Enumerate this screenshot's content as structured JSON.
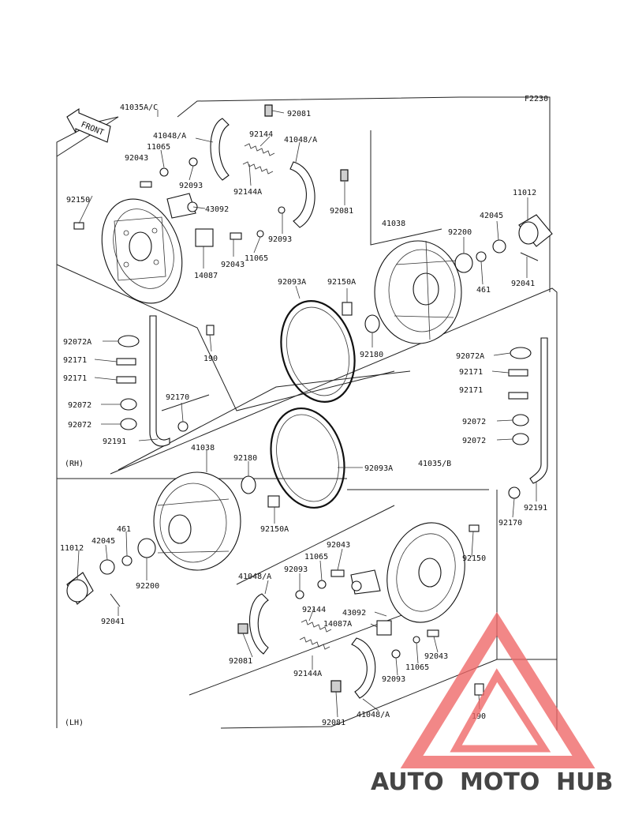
{
  "figure_code": "F2230",
  "front_label": "FRONT",
  "section_labels": {
    "rh": "(RH)",
    "lh": "(LH)"
  },
  "watermark": {
    "auto": "AUTO",
    "moto": "MOTO",
    "hub": "HUB",
    "color_auto": "#f2b267",
    "color_moto": "#e55b5b",
    "color_hub": "#999999",
    "triangle_color": "#ef6666"
  },
  "rh": {
    "p41035AC": "41035A/C",
    "p92081a": "92081",
    "p41048Aa": "41048/A",
    "p92144": "92144",
    "p41048Ab": "41048/A",
    "p11065": "11065",
    "p92043a": "92043",
    "p92093a": "92093",
    "p92144A": "92144A",
    "p92150": "92150",
    "p43092": "43092",
    "p92081b": "92081",
    "p92093b": "92093",
    "p11065b": "11065",
    "p92043b": "92043",
    "p14087": "14087",
    "p11012": "11012",
    "p42045": "42045",
    "p41038": "41038",
    "p92200": "92200",
    "p461": "461",
    "p92041": "92041",
    "p92093A": "92093A",
    "p92150A": "92150A",
    "p92180": "92180",
    "p190": "190",
    "p92072A": "92072A",
    "p92171a": "92171",
    "p92171b": "92171",
    "p92072a": "92072",
    "p92072b": "92072",
    "p92170": "92170",
    "p92191": "92191"
  },
  "rh2": {
    "p92072A": "92072A",
    "p92171a": "92171",
    "p92171b": "92171",
    "p92072a": "92072",
    "p92072b": "92072",
    "p92191": "92191",
    "p92170": "92170"
  },
  "lh": {
    "p41038": "41038",
    "p92180": "92180",
    "p92093A": "92093A",
    "p41035B": "41035/B",
    "p461": "461",
    "p42045": "42045",
    "p11012": "11012",
    "p92200": "92200",
    "p92041": "92041",
    "p92150A": "92150A",
    "p41048Aa": "41048/A",
    "p92093a": "92093",
    "p11065": "11065",
    "p92043a": "92043",
    "p92150": "92150",
    "p92144": "92144",
    "p43092": "43092",
    "p14087A": "14087A",
    "p92081a": "92081",
    "p92144A": "92144A",
    "p92043b": "92043",
    "p11065b": "11065",
    "p92093b": "92093",
    "p190": "190",
    "p92081b": "92081",
    "p41048Ab": "41048/A"
  }
}
